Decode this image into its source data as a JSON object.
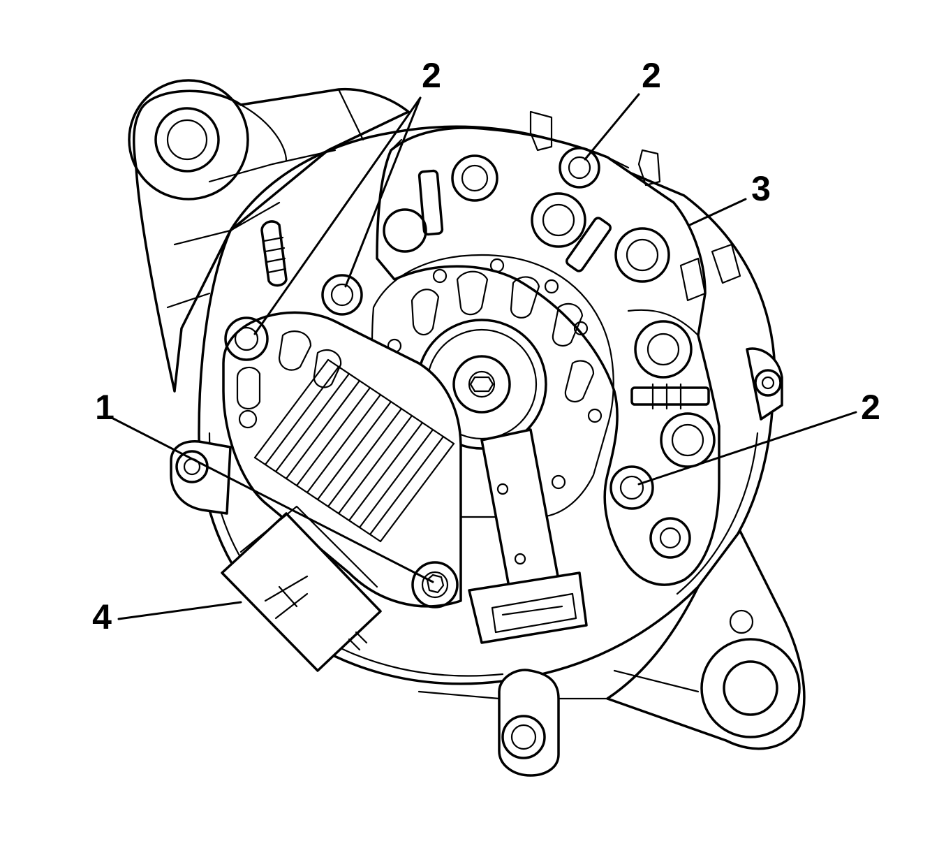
{
  "callouts": [
    {
      "id": "c1",
      "text": "1"
    },
    {
      "id": "c2a",
      "text": "2"
    },
    {
      "id": "c2b",
      "text": "2"
    },
    {
      "id": "c2c",
      "text": "2"
    },
    {
      "id": "c3",
      "text": "3"
    },
    {
      "id": "c4",
      "text": "4"
    }
  ]
}
